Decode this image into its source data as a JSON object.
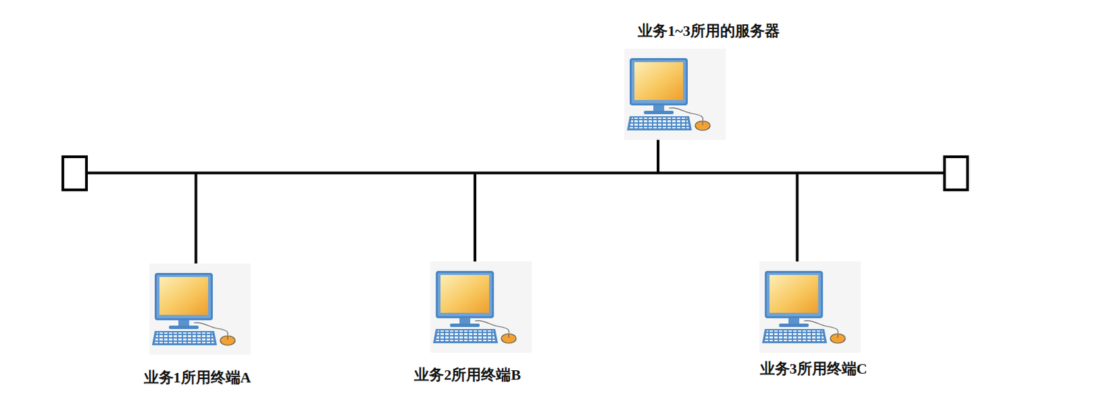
{
  "diagram": {
    "nodes": [
      {
        "text": [
          "业务1~3所用的服务器"
        ]
      },
      {
        "text": [
          "业务1所用终端A"
        ]
      },
      {
        "text": [
          "业务2所用终端B"
        ]
      },
      {
        "text": [
          "业务3所用终端C"
        ]
      }
    ],
    "edges": [
      {
        "from": 0,
        "to": 1,
        "arrow": "none"
      },
      {
        "from": 0,
        "to": 2,
        "arrow": "none"
      },
      {
        "from": 0,
        "to": 3,
        "arrow": "none"
      }
    ]
  }
}
